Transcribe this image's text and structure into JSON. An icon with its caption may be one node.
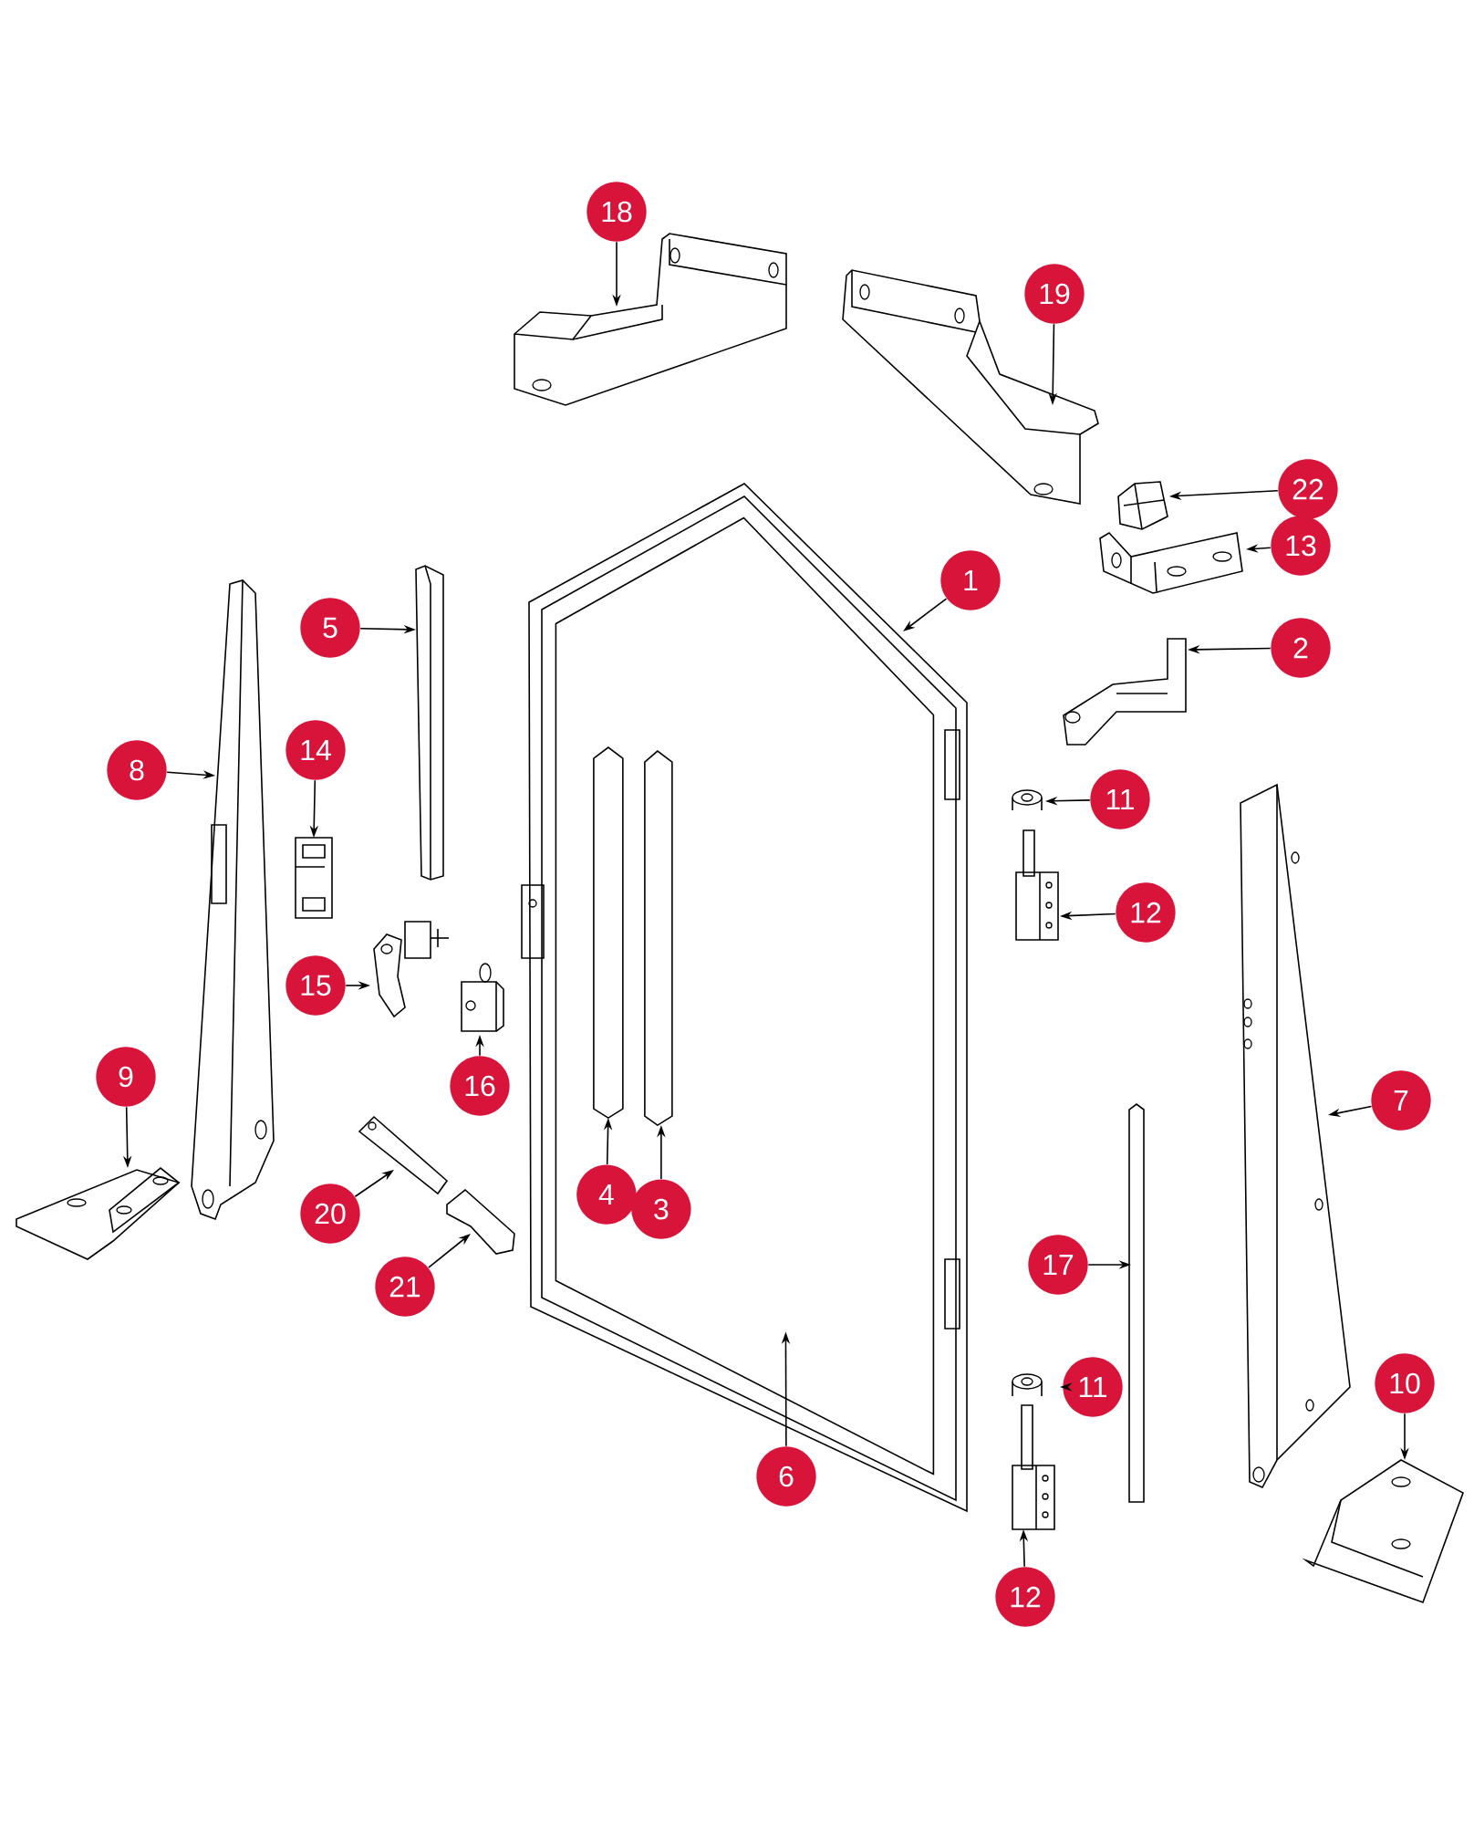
{
  "diagram": {
    "nodes": [
      {
        "text": [
          "18"
        ]
      },
      {
        "text": [],
        "shape": "picture"
      },
      {
        "text": [
          "19"
        ]
      },
      {
        "text": [],
        "shape": "picture"
      },
      {
        "text": [
          "22"
        ]
      },
      {
        "text": [],
        "shape": "picture"
      },
      {
        "text": [
          "13"
        ]
      },
      {
        "text": [],
        "shape": "picture"
      },
      {
        "text": [
          "1"
        ]
      },
      {
        "text": [],
        "shape": "picture"
      },
      {
        "text": [
          "6"
        ]
      },
      {
        "text": [],
        "shape": "picture",
        "in": 9
      },
      {
        "text": [
          "5"
        ]
      },
      {
        "text": [],
        "shape": "picture"
      },
      {
        "text": [
          "2"
        ]
      },
      {
        "text": [],
        "shape": "picture"
      },
      {
        "text": [
          "8"
        ]
      },
      {
        "text": [],
        "shape": "picture"
      },
      {
        "text": [
          "14"
        ]
      },
      {
        "text": [],
        "shape": "picture"
      },
      {
        "text": [
          "11"
        ]
      },
      {
        "text": [],
        "shape": "picture"
      },
      {
        "text": [
          "12"
        ]
      },
      {
        "text": [],
        "shape": "picture"
      },
      {
        "text": [
          "15"
        ]
      },
      {
        "text": [],
        "shape": "picture"
      },
      {
        "text": [
          "16"
        ]
      },
      {
        "text": [],
        "shape": "picture"
      },
      {
        "text": [
          "9"
        ]
      },
      {
        "text": [],
        "shape": "picture"
      },
      {
        "text": [
          "7"
        ]
      },
      {
        "text": [],
        "shape": "picture"
      },
      {
        "text": [
          "4"
        ],
        "in": 11
      },
      {
        "text": [],
        "shape": "picture",
        "in": 11
      },
      {
        "text": [
          "3"
        ],
        "in": 11
      },
      {
        "text": [],
        "shape": "picture",
        "in": 11
      },
      {
        "text": [
          "20"
        ]
      },
      {
        "text": [],
        "shape": "picture"
      },
      {
        "text": [
          "21"
        ]
      },
      {
        "text": [],
        "shape": "picture"
      },
      {
        "text": [
          "17"
        ]
      },
      {
        "text": [],
        "shape": "picture"
      },
      {
        "text": [
          "11"
        ]
      },
      {
        "text": [],
        "shape": "picture"
      },
      {
        "text": [
          "10"
        ]
      },
      {
        "text": [],
        "shape": "picture"
      },
      {
        "text": [
          "12"
        ]
      },
      {
        "text": [],
        "shape": "picture"
      }
    ],
    "edges": [
      {
        "from": 0,
        "to": 1,
        "arrow": "to"
      },
      {
        "from": 2,
        "to": 3,
        "arrow": "to"
      },
      {
        "from": 4,
        "to": 5,
        "arrow": "to"
      },
      {
        "from": 6,
        "to": 7,
        "arrow": "to"
      },
      {
        "from": 8,
        "to": 9,
        "arrow": "to"
      },
      {
        "from": 10,
        "to": 11,
        "arrow": "to"
      },
      {
        "from": 12,
        "to": 13,
        "arrow": "to"
      },
      {
        "from": 14,
        "to": 15,
        "arrow": "to"
      },
      {
        "from": 16,
        "to": 17,
        "arrow": "to"
      },
      {
        "from": 18,
        "to": 19,
        "arrow": "to"
      },
      {
        "from": 20,
        "to": 21,
        "arrow": "to"
      },
      {
        "from": 22,
        "to": 23,
        "arrow": "to"
      },
      {
        "from": 24,
        "to": 25,
        "arrow": "to"
      },
      {
        "from": 26,
        "to": 27,
        "arrow": "to"
      },
      {
        "from": 28,
        "to": 29,
        "arrow": "to"
      },
      {
        "from": 30,
        "to": 31,
        "arrow": "to"
      },
      {
        "from": 32,
        "to": 33,
        "arrow": "to"
      },
      {
        "from": 34,
        "to": 35,
        "arrow": "to"
      },
      {
        "from": 36,
        "to": 37,
        "arrow": "to"
      },
      {
        "from": 38,
        "to": 39,
        "arrow": "to"
      },
      {
        "from": 40,
        "to": 41,
        "arrow": "to"
      },
      {
        "from": 42,
        "to": 43,
        "arrow": "to"
      },
      {
        "from": 44,
        "to": 45,
        "arrow": "to"
      },
      {
        "from": 46,
        "to": 47,
        "arrow": "to"
      }
    ]
  }
}
